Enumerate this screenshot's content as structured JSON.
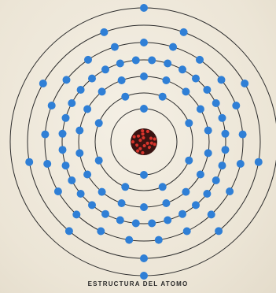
{
  "caption": "ESTRUCTURA DEL ATOMO",
  "colors": {
    "background": "#efe9dc",
    "orbit": "#2b2b2b",
    "electron": "#2f7fd6",
    "nucleus_red": "#d8342c",
    "nucleus_dark": "#3a1412"
  },
  "atom": {
    "shell_electron_counts": [
      2,
      8,
      18,
      32,
      21,
      9,
      2
    ]
  }
}
